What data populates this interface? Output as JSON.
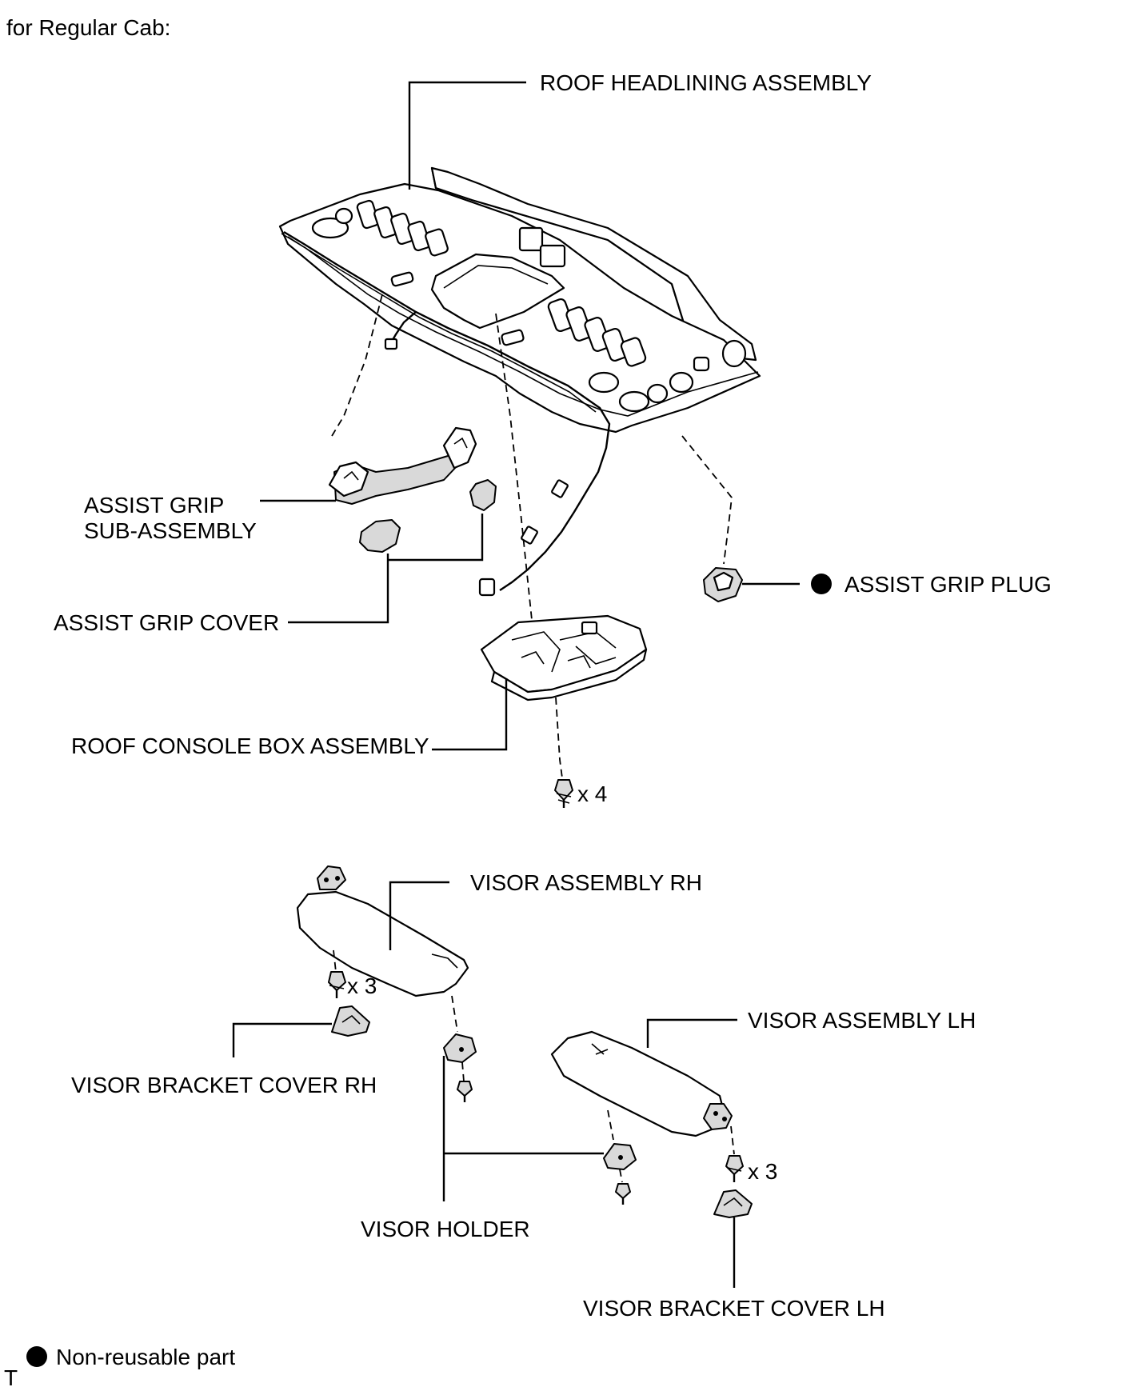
{
  "header": {
    "caption": "for Regular Cab:"
  },
  "labels": {
    "roof_headlining": "ROOF HEADLINING ASSEMBLY",
    "assist_grip_line1": "ASSIST GRIP",
    "assist_grip_line2": "SUB-ASSEMBLY",
    "assist_grip_cover": "ASSIST GRIP COVER",
    "assist_grip_plug": "ASSIST GRIP PLUG",
    "roof_console_box": "ROOF CONSOLE BOX ASSEMBLY",
    "console_screw_qty": "x 4",
    "visor_rh": "VISOR ASSEMBLY RH",
    "visor_rh_screw_qty": "x 3",
    "visor_bracket_cover_rh": "VISOR BRACKET COVER RH",
    "visor_lh": "VISOR ASSEMBLY LH",
    "visor_lh_screw_qty": "x 3",
    "visor_holder": "VISOR HOLDER",
    "visor_bracket_cover_lh": "VISOR BRACKET COVER LH"
  },
  "legend": {
    "non_reusable": "Non-reusable part"
  },
  "footer": {
    "code": "T"
  },
  "colors": {
    "ink": "#000000",
    "background": "#ffffff",
    "shade": "#d9d9d9"
  }
}
